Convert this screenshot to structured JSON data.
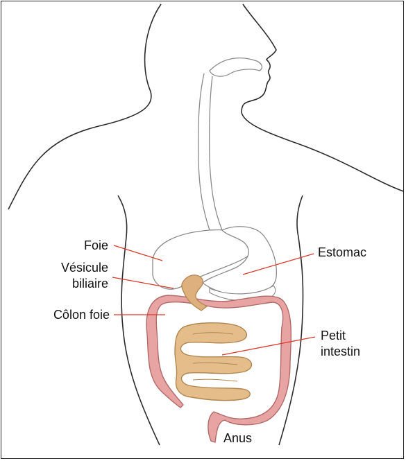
{
  "labels": {
    "foie": "Foie",
    "vesicule_line1": "Vésicule",
    "vesicule_line2": "biliaire",
    "colon": "Côlon foie",
    "estomac": "Estomac",
    "petit_line1": "Petit",
    "petit_line2": "intestin",
    "anus": "Anus"
  },
  "colors": {
    "outline": "#2b2b2b",
    "organ_outline": "#8a8a8a",
    "leader": "#d93a2b",
    "colon_fill": "#e8a3a3",
    "small_intestine_fill": "#e4bd8a",
    "gallbladder_fill": "#deb07d"
  }
}
